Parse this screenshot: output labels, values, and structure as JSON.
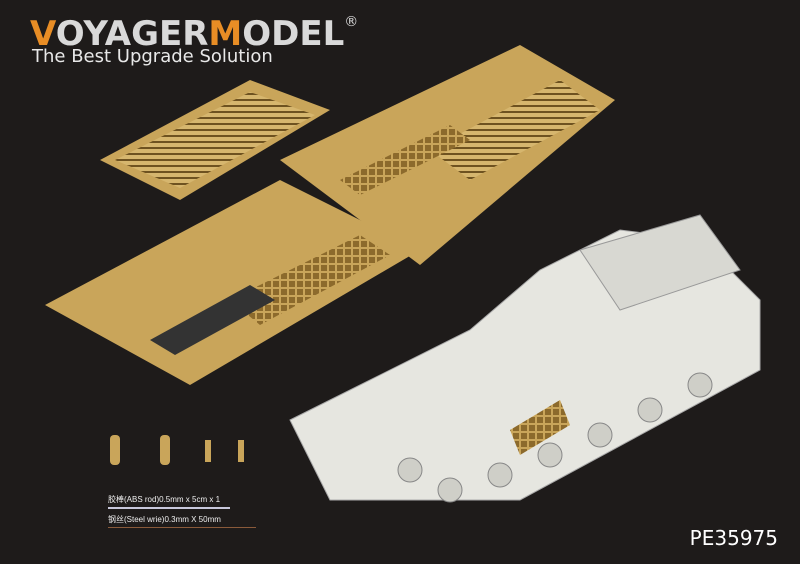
{
  "brand": {
    "logo_v": "V",
    "logo_oyager": "OYAGER",
    "logo_m": "M",
    "logo_odel": "ODEL",
    "registered": "®",
    "tagline": "The Best Upgrade Solution"
  },
  "product_code": "PE35975",
  "parts": {
    "abs_rod": "胶棒(ABS rod)0.5mm x 5cm x 1",
    "steel_wire": "钢丝(Steel wrie)0.3mm X 50mm"
  },
  "colors": {
    "background": "#1e1b1a",
    "accent": "#e88d25",
    "brass": "#c9a55a",
    "model": "#e6e6e0"
  }
}
